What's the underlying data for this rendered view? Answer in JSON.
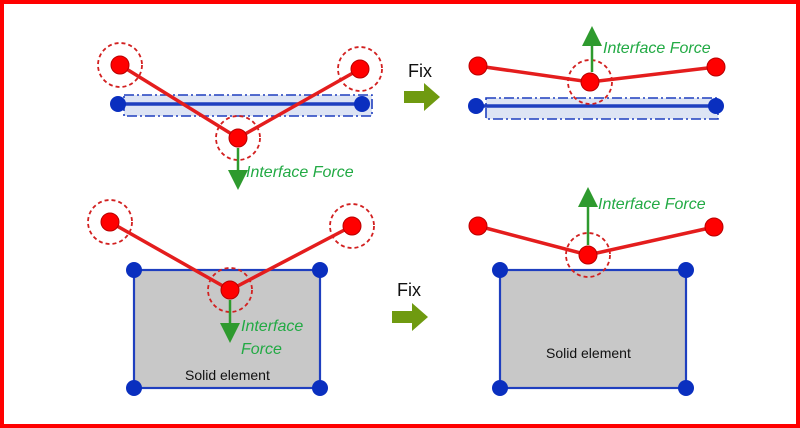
{
  "labels": {
    "fix_top": "Fix",
    "fix_bottom": "Fix",
    "interface_force_tl": "Interface Force",
    "interface_force_tr": "Interface Force",
    "interface_force_br": "Interface Force",
    "interface_force_bl_line1": "Interface",
    "interface_force_bl_line2": "Force",
    "solid_element_left": "Solid element",
    "solid_element_right": "Solid element"
  },
  "colors": {
    "frame_border": "#ff0000",
    "beam_node": "#ff0000",
    "beam_line": "#e41d1d",
    "node_outline": "#b80000",
    "shell_node": "#0a2fbf",
    "shell_line": "#1f3fbf",
    "force_arrow": "#2e9a2e",
    "force_text": "#22aa44",
    "fix_arrow": "#6f9a10",
    "solid_fill": "#c8c8c8",
    "solid_border": "#1f3fbf",
    "highlight_circle": "#d22020"
  }
}
